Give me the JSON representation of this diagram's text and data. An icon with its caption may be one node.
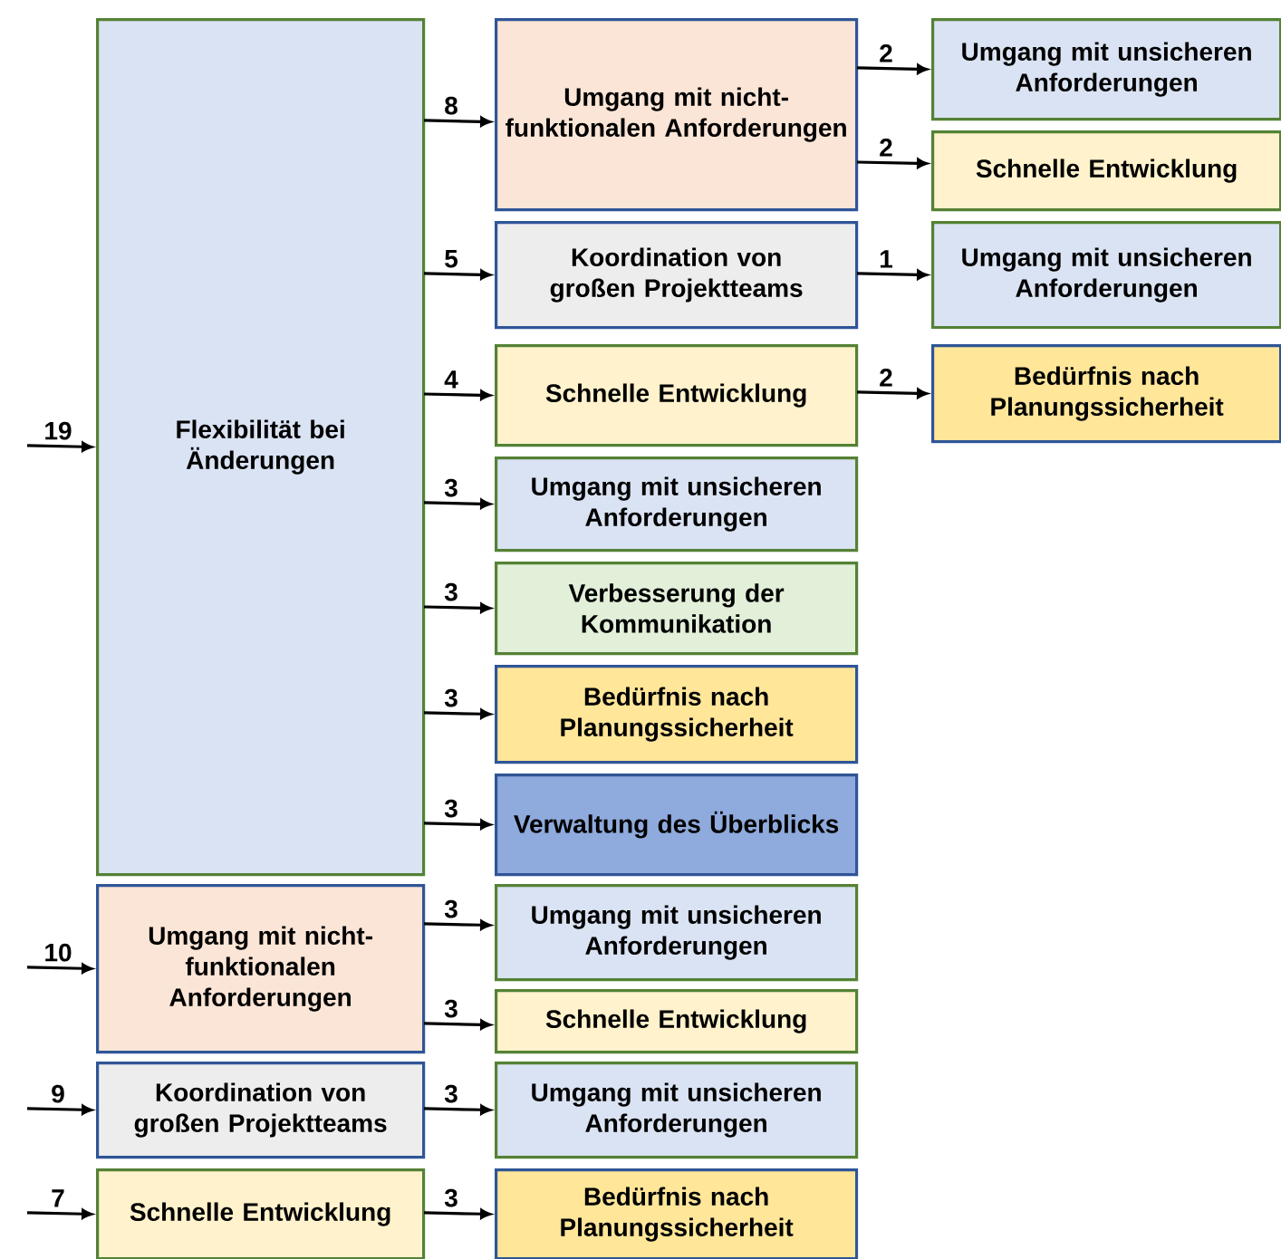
{
  "diagram": {
    "nodes": [
      {
        "text": [
          "Flexibilität bei Änderungen"
        ]
      },
      {
        "text": [
          "Umgang mit nicht-funktionalen Anforderungen"
        ]
      },
      {
        "text": [
          "Umgang mit unsicheren Anforderungen"
        ]
      },
      {
        "text": [
          "Schnelle Entwicklung"
        ]
      },
      {
        "text": [
          "Koordination von großen Projektteams"
        ]
      },
      {
        "text": [
          "Umgang mit unsicheren Anforderungen"
        ]
      },
      {
        "text": [
          "Schnelle Entwicklung"
        ]
      },
      {
        "text": [
          "Bedürfnis nach Planungssicherheit"
        ]
      },
      {
        "text": [
          "Umgang mit unsicheren Anforderungen"
        ]
      },
      {
        "text": [
          "Verbesserung der Kommunikation"
        ]
      },
      {
        "text": [
          "Bedürfnis nach Planungssicherheit"
        ]
      },
      {
        "text": [
          "Verwaltung des Überblicks"
        ]
      },
      {
        "text": [
          "Umgang mit nicht-funktionalen Anforderungen"
        ]
      },
      {
        "text": [
          "Umgang mit unsicheren Anforderungen"
        ]
      },
      {
        "text": [
          "Schnelle Entwicklung"
        ]
      },
      {
        "text": [
          "Koordination von großen Projektteams"
        ]
      },
      {
        "text": [
          "Umgang mit unsicheren Anforderungen"
        ]
      },
      {
        "text": [
          "Schnelle Entwicklung"
        ]
      },
      {
        "text": [
          "Bedürfnis nach Planungssicherheit"
        ]
      }
    ],
    "edges": [
      {
        "from": null,
        "to": 0,
        "arrow": "to",
        "label": "19"
      },
      {
        "from": 0,
        "to": 1,
        "arrow": "to",
        "label": "8"
      },
      {
        "from": 1,
        "to": 2,
        "arrow": "to",
        "label": "2"
      },
      {
        "from": 1,
        "to": 3,
        "arrow": "to",
        "label": "2"
      },
      {
        "from": 0,
        "to": 4,
        "arrow": "to",
        "label": "5"
      },
      {
        "from": 4,
        "to": 5,
        "arrow": "to",
        "label": "1"
      },
      {
        "from": 0,
        "to": 6,
        "arrow": "to",
        "label": "4"
      },
      {
        "from": 6,
        "to": 7,
        "arrow": "to",
        "label": "2"
      },
      {
        "from": 0,
        "to": 8,
        "arrow": "to",
        "label": "3"
      },
      {
        "from": 0,
        "to": 9,
        "arrow": "to",
        "label": "3"
      },
      {
        "from": 0,
        "to": 10,
        "arrow": "to",
        "label": "3"
      },
      {
        "from": 0,
        "to": 11,
        "arrow": "to",
        "label": "3"
      },
      {
        "from": null,
        "to": 12,
        "arrow": "to",
        "label": "10"
      },
      {
        "from": 12,
        "to": 13,
        "arrow": "to",
        "label": "3"
      },
      {
        "from": 12,
        "to": 14,
        "arrow": "to",
        "label": "3"
      },
      {
        "from": null,
        "to": 15,
        "arrow": "to",
        "label": "9"
      },
      {
        "from": 15,
        "to": 16,
        "arrow": "to",
        "label": "3"
      },
      {
        "from": null,
        "to": 17,
        "arrow": "to",
        "label": "7"
      },
      {
        "from": 17,
        "to": 18,
        "arrow": "to",
        "label": "3"
      }
    ]
  }
}
